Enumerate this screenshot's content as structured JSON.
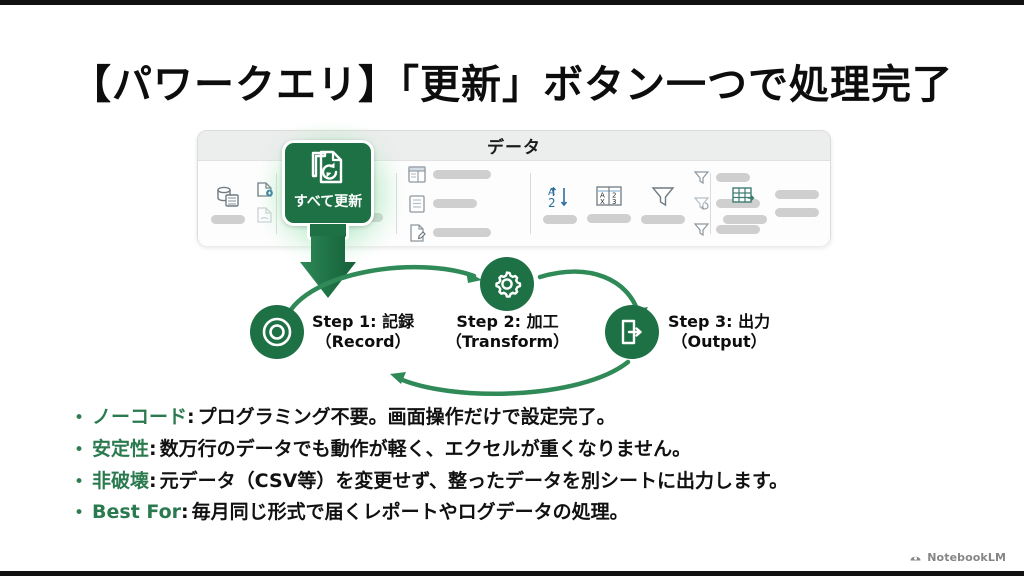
{
  "slide": {
    "title": "【パワークエリ】「更新」ボタン一つで処理完了",
    "background_color": "#ffffff",
    "accent_green": "#1e7145",
    "label_green": "#2b7a4f"
  },
  "ribbon": {
    "tab_label": "データ",
    "highlighted_button": {
      "label": "すべて更新",
      "icon": "refresh-all-icon",
      "highlight_color": "#1e7145",
      "glow_color": "#78d296"
    },
    "groups": [
      {
        "name": "get-and-transform-data",
        "icons": [
          "database-icon",
          "document-connect-icon",
          "document-import-icon",
          "refresh-small-icon"
        ]
      },
      {
        "name": "queries-and-connections",
        "icons": [
          "queries-pane-icon",
          "properties-icon",
          "edit-links-icon"
        ]
      },
      {
        "name": "sort-and-filter",
        "icons": [
          "sort-az-icon",
          "custom-sort-icon",
          "filter-icon",
          "clear-filter-icon",
          "reapply-filter-icon",
          "advanced-filter-icon"
        ]
      },
      {
        "name": "data-tools",
        "icons": [
          "table-tools-icon"
        ]
      }
    ]
  },
  "flow": {
    "arrow_icon": "down-arrow-icon",
    "nodes": [
      {
        "icon": "record-circle-icon",
        "title": "Step 1: 記録",
        "subtitle": "（Record）"
      },
      {
        "icon": "gear-icon",
        "title": "Step 2: 加工",
        "subtitle": "（Transform）"
      },
      {
        "icon": "export-document-icon",
        "title": "Step 3: 出力",
        "subtitle": "（Output）"
      }
    ]
  },
  "bullets": [
    {
      "marker": "•",
      "key": "ノーコード",
      "separator": ":",
      "text": "プログラミング不要。画面操作だけで設定完了。"
    },
    {
      "marker": "•",
      "key": "安定性",
      "separator": ":",
      "text": "数万行のデータでも動作が軽く、エクセルが重くなりません。"
    },
    {
      "marker": "•",
      "key": "非破壊",
      "separator": ":",
      "text": "元データ（CSV等）を変更せず、整ったデータを別シートに出力します。"
    },
    {
      "marker": "•",
      "key": "Best For",
      "separator": ":",
      "text": "毎月同じ形式で届くレポートやログデータの処理。"
    }
  ],
  "watermark": {
    "icon": "notebooklm-logo-icon",
    "text": "NotebookLM"
  }
}
